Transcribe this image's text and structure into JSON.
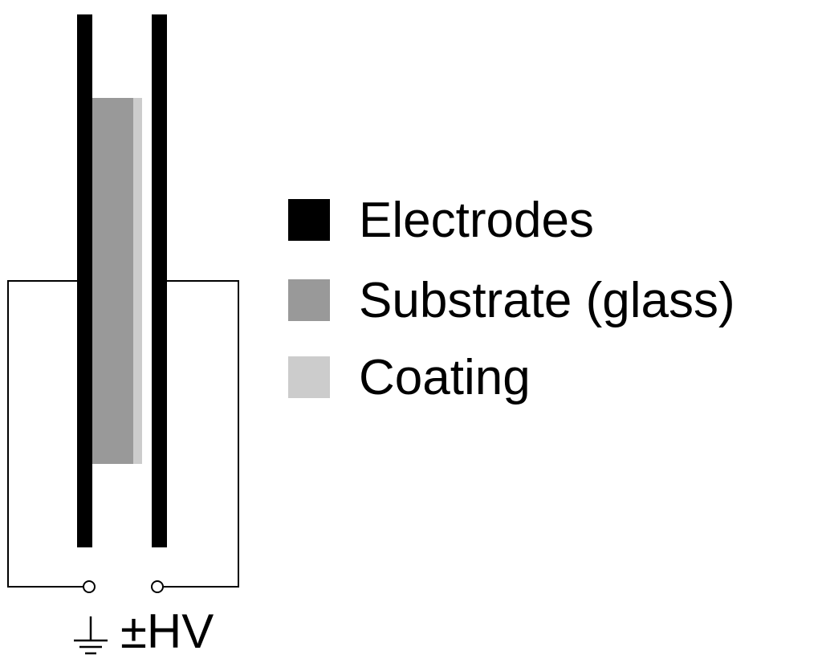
{
  "legend": {
    "items": [
      {
        "key": "electrodes",
        "label": "Electrodes",
        "color": "#000000"
      },
      {
        "key": "substrate",
        "label": "Substrate (glass)",
        "color": "#999999"
      },
      {
        "key": "coating",
        "label": "Coating",
        "color": "#cccccc"
      }
    ]
  },
  "terminals": {
    "right_label": "±HV",
    "left_symbol": "ground-symbol"
  },
  "colors": {
    "electrode": "#000000",
    "substrate": "#999999",
    "coating": "#cccccc",
    "wire": "#000000",
    "background": "#ffffff"
  }
}
